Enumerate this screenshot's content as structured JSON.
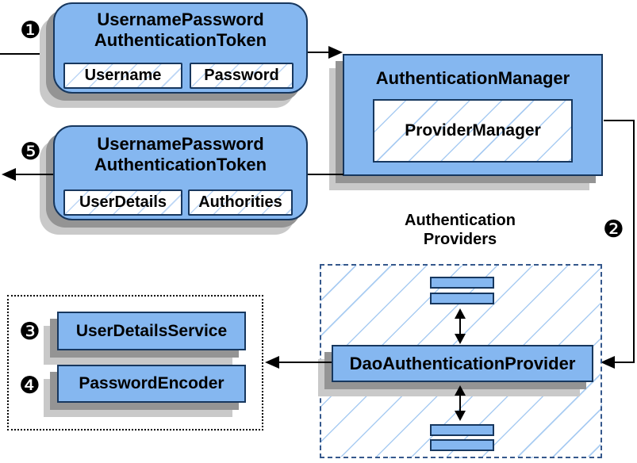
{
  "colors": {
    "box_fill": "#85B7F0",
    "box_border": "#17375E",
    "hatch_line": "#A9CCF2",
    "hatch_line_faint": "#BCD6F5",
    "dashed_border": "#35588C",
    "shadow_dark": "#949494",
    "shadow_light": "#C9C9C9",
    "arrow": "#000000"
  },
  "badges": {
    "step1": "❶",
    "step2": "❷",
    "step3": "❸",
    "step4": "❹",
    "step5": "❺"
  },
  "request_token": {
    "title_line1": "UsernamePassword",
    "title_line2": "AuthenticationToken",
    "fields": [
      "Username",
      "Password"
    ]
  },
  "authentication_manager": {
    "title": "AuthenticationManager",
    "inner_label": "ProviderManager"
  },
  "response_token": {
    "title_line1": "UsernamePassword",
    "title_line2": "AuthenticationToken",
    "fields": [
      "UserDetails",
      "Authorities"
    ]
  },
  "providers": {
    "heading_line1": "Authentication",
    "heading_line2": "Providers",
    "dao_label": "DaoAuthenticationProvider"
  },
  "services": {
    "user_details_service": "UserDetailsService",
    "password_encoder": "PasswordEncoder"
  }
}
